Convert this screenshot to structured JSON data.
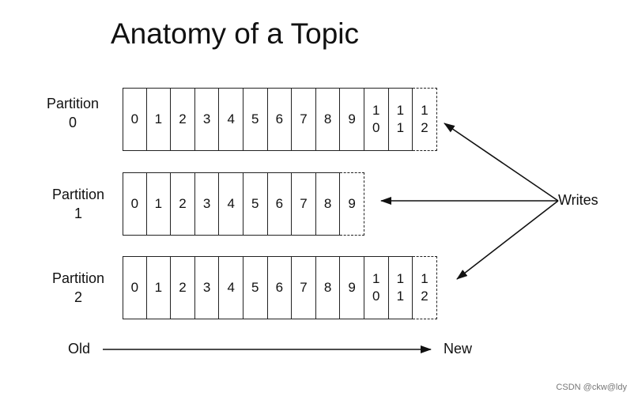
{
  "title": "Anatomy of a Topic",
  "partitions": [
    {
      "label_line1": "Partition",
      "label_line2": "0",
      "offsets": [
        "0",
        "1",
        "2",
        "3",
        "4",
        "5",
        "6",
        "7",
        "8",
        "9",
        "10",
        "11"
      ],
      "next_offset": "12"
    },
    {
      "label_line1": "Partition",
      "label_line2": "1",
      "offsets": [
        "0",
        "1",
        "2",
        "3",
        "4",
        "5",
        "6",
        "7",
        "8"
      ],
      "next_offset": "9"
    },
    {
      "label_line1": "Partition",
      "label_line2": "2",
      "offsets": [
        "0",
        "1",
        "2",
        "3",
        "4",
        "5",
        "6",
        "7",
        "8",
        "9",
        "10",
        "11"
      ],
      "next_offset": "12"
    }
  ],
  "writes_label": "Writes",
  "timeline": {
    "old_label": "Old",
    "new_label": "New"
  },
  "watermark": "CSDN @ckw@ldy"
}
